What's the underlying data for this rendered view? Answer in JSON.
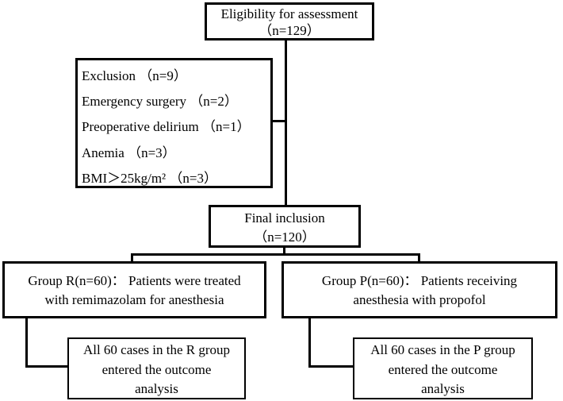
{
  "figure": {
    "type": "flowchart",
    "background_color": "#ffffff",
    "line_color": "#000000",
    "text_color": "#000000"
  },
  "boxes": {
    "eligibility": {
      "lines": [
        "Eligibility for assessment",
        "（n=129）"
      ]
    },
    "exclusion": {
      "lines": [
        "Exclusion （n=9）",
        "Emergency surgery （n=2）",
        "Preoperative delirium （n=1）",
        "Anemia （n=3）",
        "BMI＞25kg/m² （n=3）"
      ]
    },
    "final_inclusion": {
      "lines": [
        "Final inclusion",
        "（n=120）"
      ]
    },
    "group_r": {
      "lines": [
        "Group R(n=60)： Patients were treated",
        "with remimazolam for anesthesia"
      ]
    },
    "group_p": {
      "lines": [
        "Group P(n=60)： Patients receiving",
        "anesthesia with propofol"
      ]
    },
    "outcome_r": {
      "lines": [
        "All 60 cases in the R group",
        "entered the outcome",
        "analysis"
      ]
    },
    "outcome_p": {
      "lines": [
        "All 60 cases in the P group",
        "entered the outcome",
        "analysis"
      ]
    }
  }
}
